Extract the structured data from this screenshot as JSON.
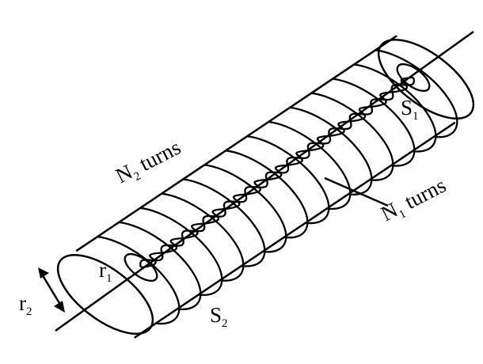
{
  "labels": {
    "n2": {
      "main": "N",
      "sub": "2",
      "rest": " turns"
    },
    "n1": {
      "main": "N",
      "sub": "1",
      "rest": " turns"
    },
    "s1": {
      "main": "S",
      "sub": "1"
    },
    "s2": {
      "main": "S",
      "sub": "2"
    },
    "r1": {
      "main": "r",
      "sub": "1"
    },
    "r2": {
      "main": "r",
      "sub": "2"
    }
  },
  "structure": {
    "outer_coil_turns_drawn": 14,
    "inner_coil_loops_drawn": 13
  },
  "colors": {
    "line": "#000000",
    "background": "#ffffff"
  }
}
